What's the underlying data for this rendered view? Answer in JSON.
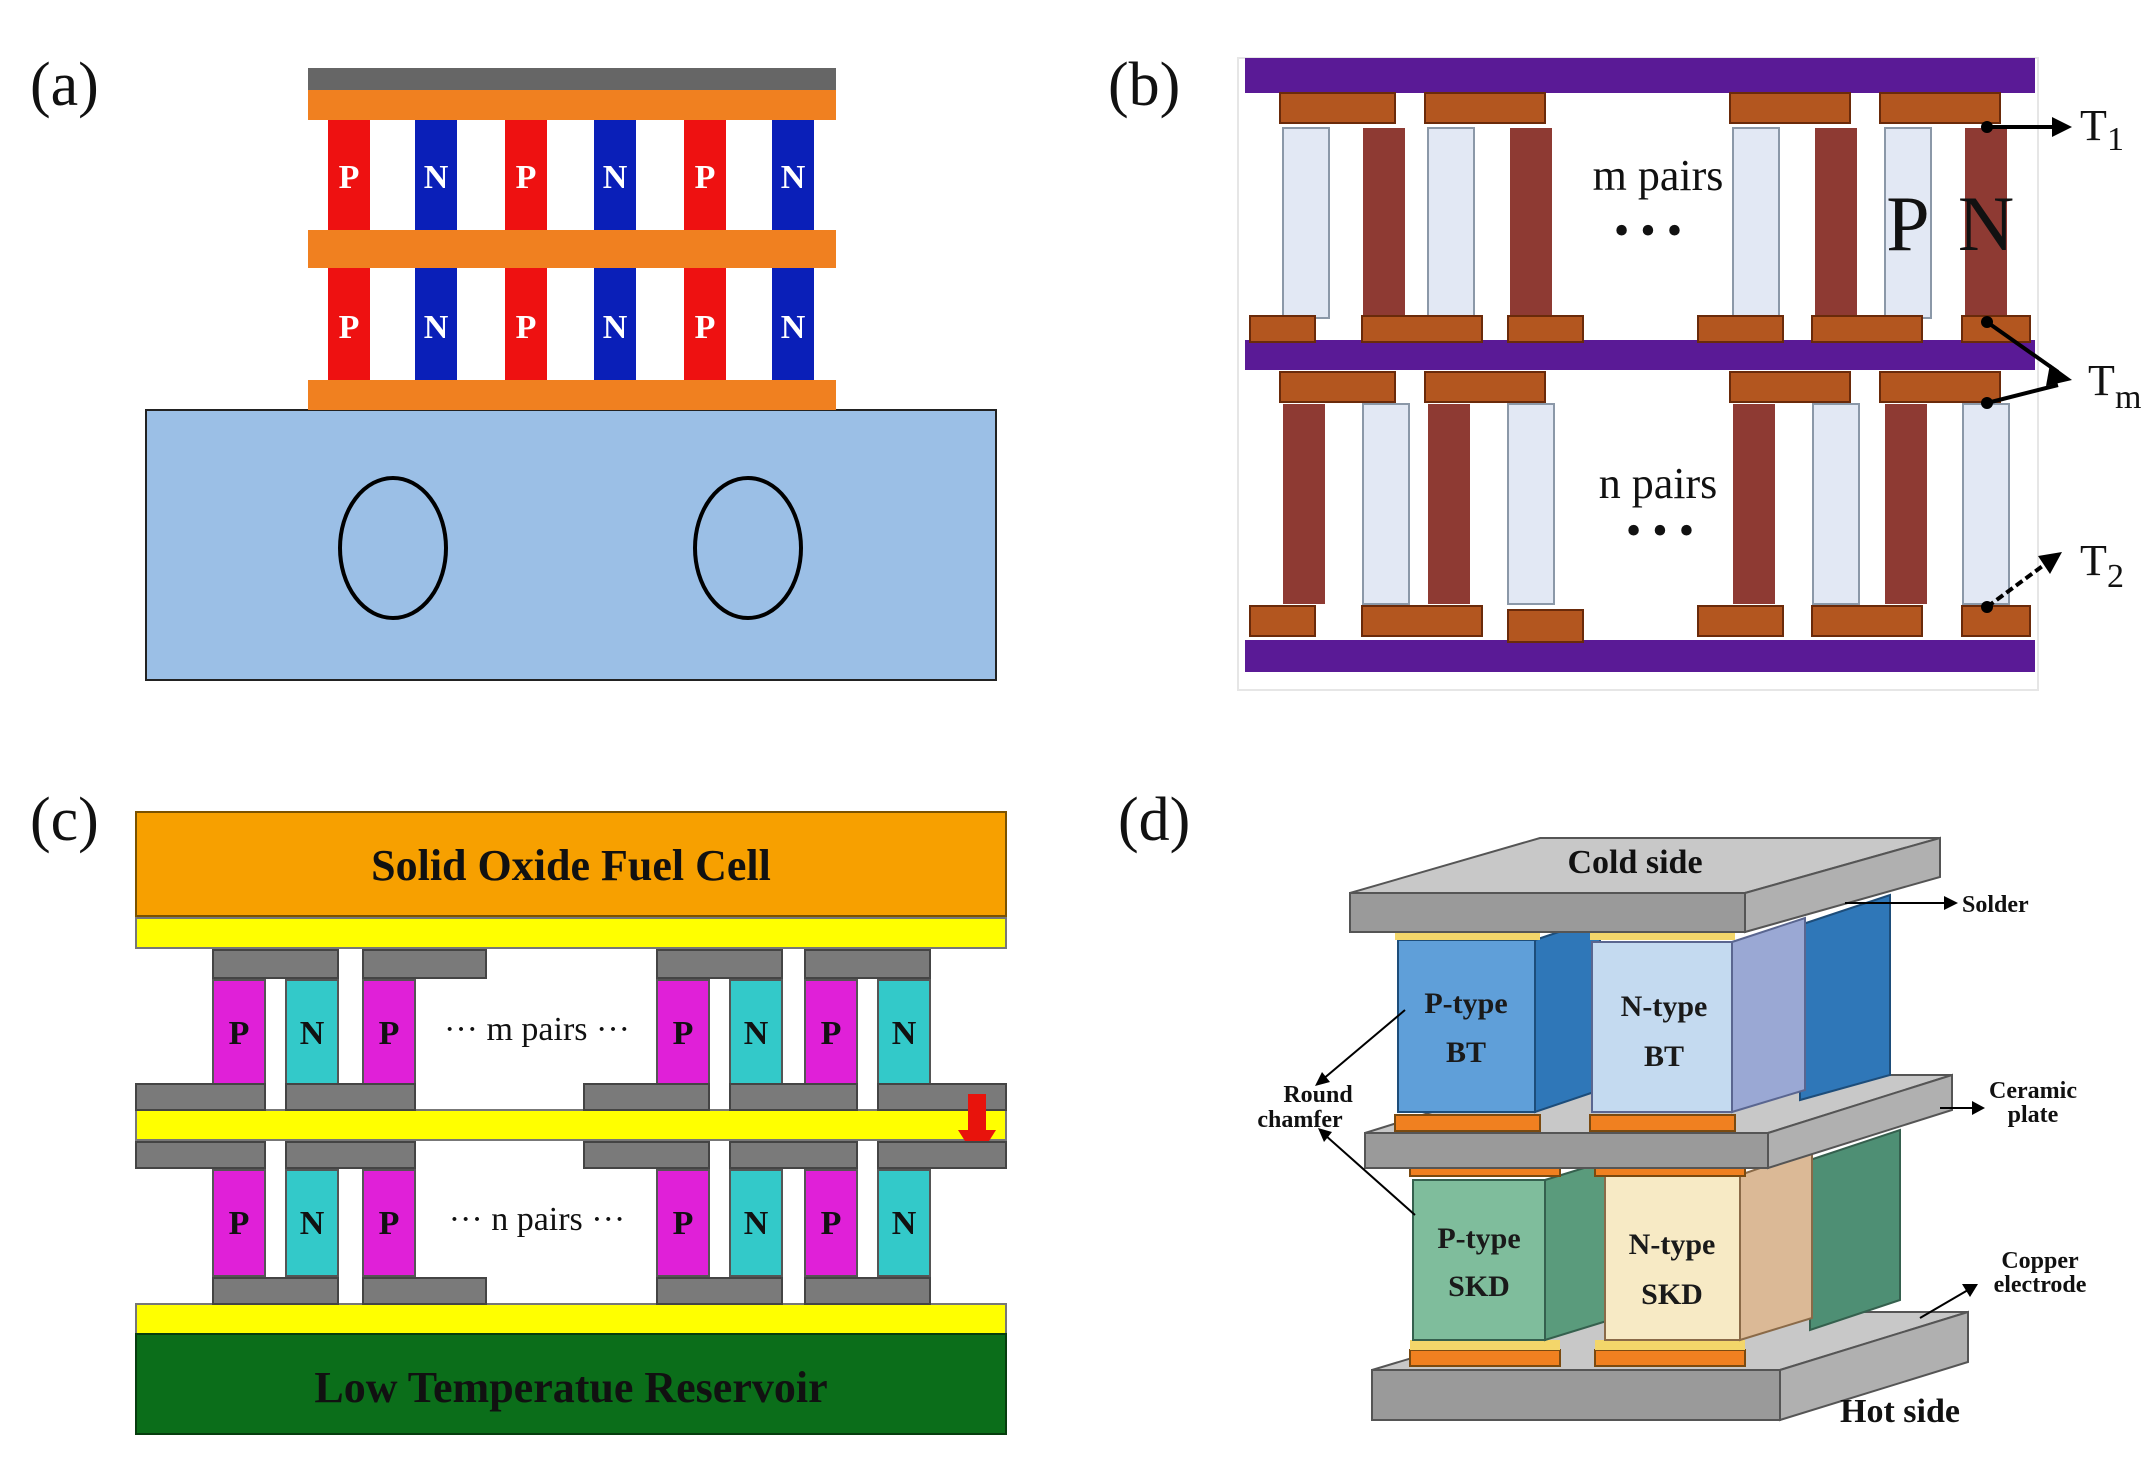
{
  "panels": {
    "a": {
      "label": "(a)",
      "row1": [
        "P",
        "N",
        "P",
        "N",
        "P",
        "N"
      ],
      "row2": [
        "P",
        "N",
        "P",
        "N",
        "P",
        "N"
      ]
    },
    "b": {
      "label": "(b)",
      "m_pairs": "m pairs",
      "n_pairs": "n pairs",
      "dots": "• • •",
      "p_letter": "P",
      "n_letter": "N",
      "t1": "T",
      "t1_sub": "1",
      "tm": "T",
      "tm_sub": "m",
      "t2": "T",
      "t2_sub": "2"
    },
    "c": {
      "label": "(c)",
      "top_block": "Solid Oxide Fuel Cell",
      "bottom_block": "Low Temperatue Reservoir",
      "row_top_left": [
        "P",
        "N",
        "P"
      ],
      "row_top_right": [
        "P",
        "N",
        "P",
        "N"
      ],
      "row_bottom_left": [
        "P",
        "N",
        "P"
      ],
      "row_bottom_right": [
        "P",
        "N",
        "P",
        "N"
      ],
      "m_pairs": "··· m pairs ···",
      "n_pairs": "··· n pairs ···"
    },
    "d": {
      "label": "(d)",
      "cold_side": "Cold side",
      "hot_side": "Hot side",
      "p_bt_1": "P-type",
      "p_bt_2": "BT",
      "n_bt_1": "N-type",
      "n_bt_2": "BT",
      "p_skd_1": "P-type",
      "p_skd_2": "SKD",
      "n_skd_1": "N-type",
      "n_skd_2": "SKD",
      "solder": "Solder",
      "round_1": "Round",
      "round_2": "chamfer",
      "ceramic_1": "Ceramic",
      "ceramic_2": "plate",
      "copper_1": "Copper",
      "copper_2": "electrode"
    }
  },
  "colors": {
    "p_red": "#ee1111",
    "n_blue": "#0a1fb8",
    "orange": "#f08020",
    "sky": "#9bbfe6",
    "purple": "#5a1a96",
    "brown": "#b3561f",
    "maroon": "#8e3a33",
    "pale": "#e2e8f4",
    "sofc": "#f7a000",
    "yellow": "#ffff00",
    "gray": "#7a7a7a",
    "magenta": "#e020d8",
    "teal": "#33c9c9",
    "green": "#0b6e1a"
  }
}
